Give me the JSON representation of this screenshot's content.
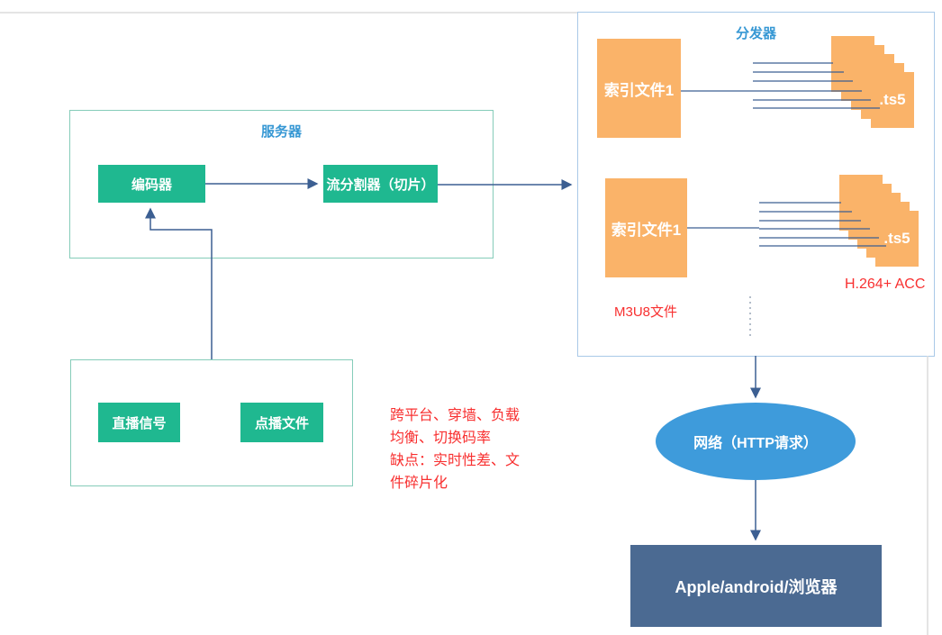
{
  "server_group": {
    "label": "服务器",
    "encoder": "编码器",
    "splitter": "流分割器（切片）"
  },
  "source_group": {
    "live": "直播信号",
    "vod": "点播文件"
  },
  "note": {
    "lines": {
      "0": "跨平台、穿墙、负载",
      "1": "均衡、切换码率",
      "2": "缺点：实时性差、文",
      "3": "件碎片化"
    }
  },
  "distributor": {
    "label": "分发器",
    "rows": [
      {
        "index": "索引文件1",
        "ts": ".ts5"
      },
      {
        "index": "索引文件1",
        "ts": ".ts5"
      }
    ],
    "m3u8": "M3U8文件",
    "codec": "H.264+ ACC"
  },
  "network": {
    "label": "网络（HTTP请求）"
  },
  "client": {
    "label": "Apple/android/浏览器"
  },
  "colors": {
    "process_green": "#1fb890",
    "file_orange": "#fab369",
    "label_blue": "#3798d4",
    "note_red": "#f83030",
    "network_blue": "#3e9bdb",
    "client_slate": "#4b6a92",
    "connector_navy": "#3c5f92",
    "frame_teal": "#85ccb9",
    "frame_blue": "#a9c9e8"
  }
}
